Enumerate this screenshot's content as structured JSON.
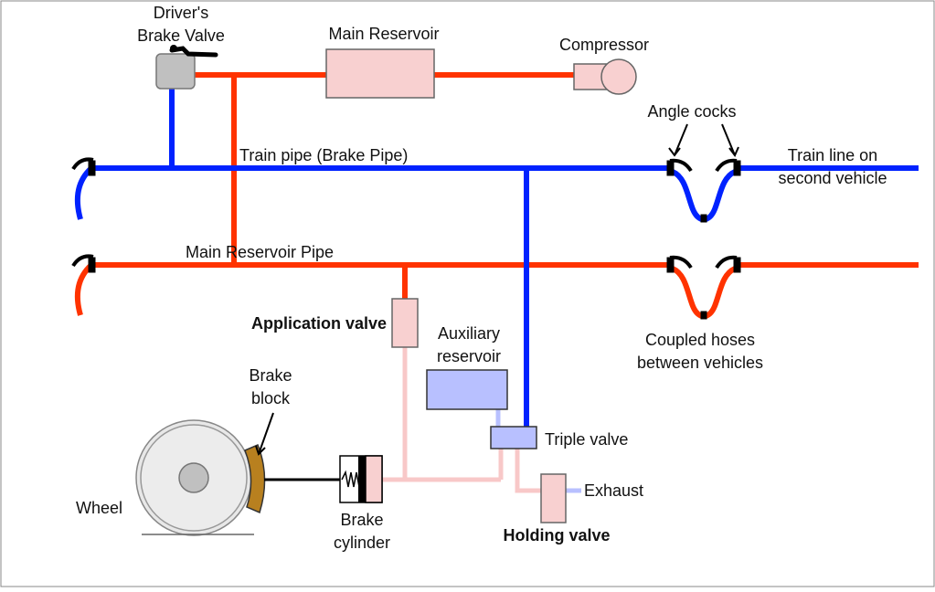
{
  "labels": {
    "drivers_valve_1": "Driver's",
    "drivers_valve_2": "Brake Valve",
    "main_reservoir": "Main Reservoir",
    "compressor": "Compressor",
    "angle_cocks": "Angle cocks",
    "train_pipe": "Train pipe (Brake Pipe)",
    "train_line_1": "Train line on",
    "train_line_2": "second vehicle",
    "main_reservoir_pipe": "Main Reservoir Pipe",
    "application_valve": "Application valve",
    "auxiliary_reservoir_1": "Auxiliary",
    "auxiliary_reservoir_2": "reservoir",
    "coupled_hoses_1": "Coupled hoses",
    "coupled_hoses_2": "between vehicles",
    "brake_block_1": "Brake",
    "brake_block_2": "block",
    "triple_valve": "Triple valve",
    "exhaust": "Exhaust",
    "wheel": "Wheel",
    "brake_cylinder_1": "Brake",
    "brake_cylinder_2": "cylinder",
    "holding_valve": "Holding valve"
  },
  "colors": {
    "brake_pipe": "#0022ff",
    "main_reservoir_pipe": "#ff3300",
    "brake_cylinder_line": "#f8c8c8",
    "auxiliary_line": "#b8c0ff",
    "brake_block": "#b8801f",
    "valve_grey": "#c0c0c0"
  }
}
